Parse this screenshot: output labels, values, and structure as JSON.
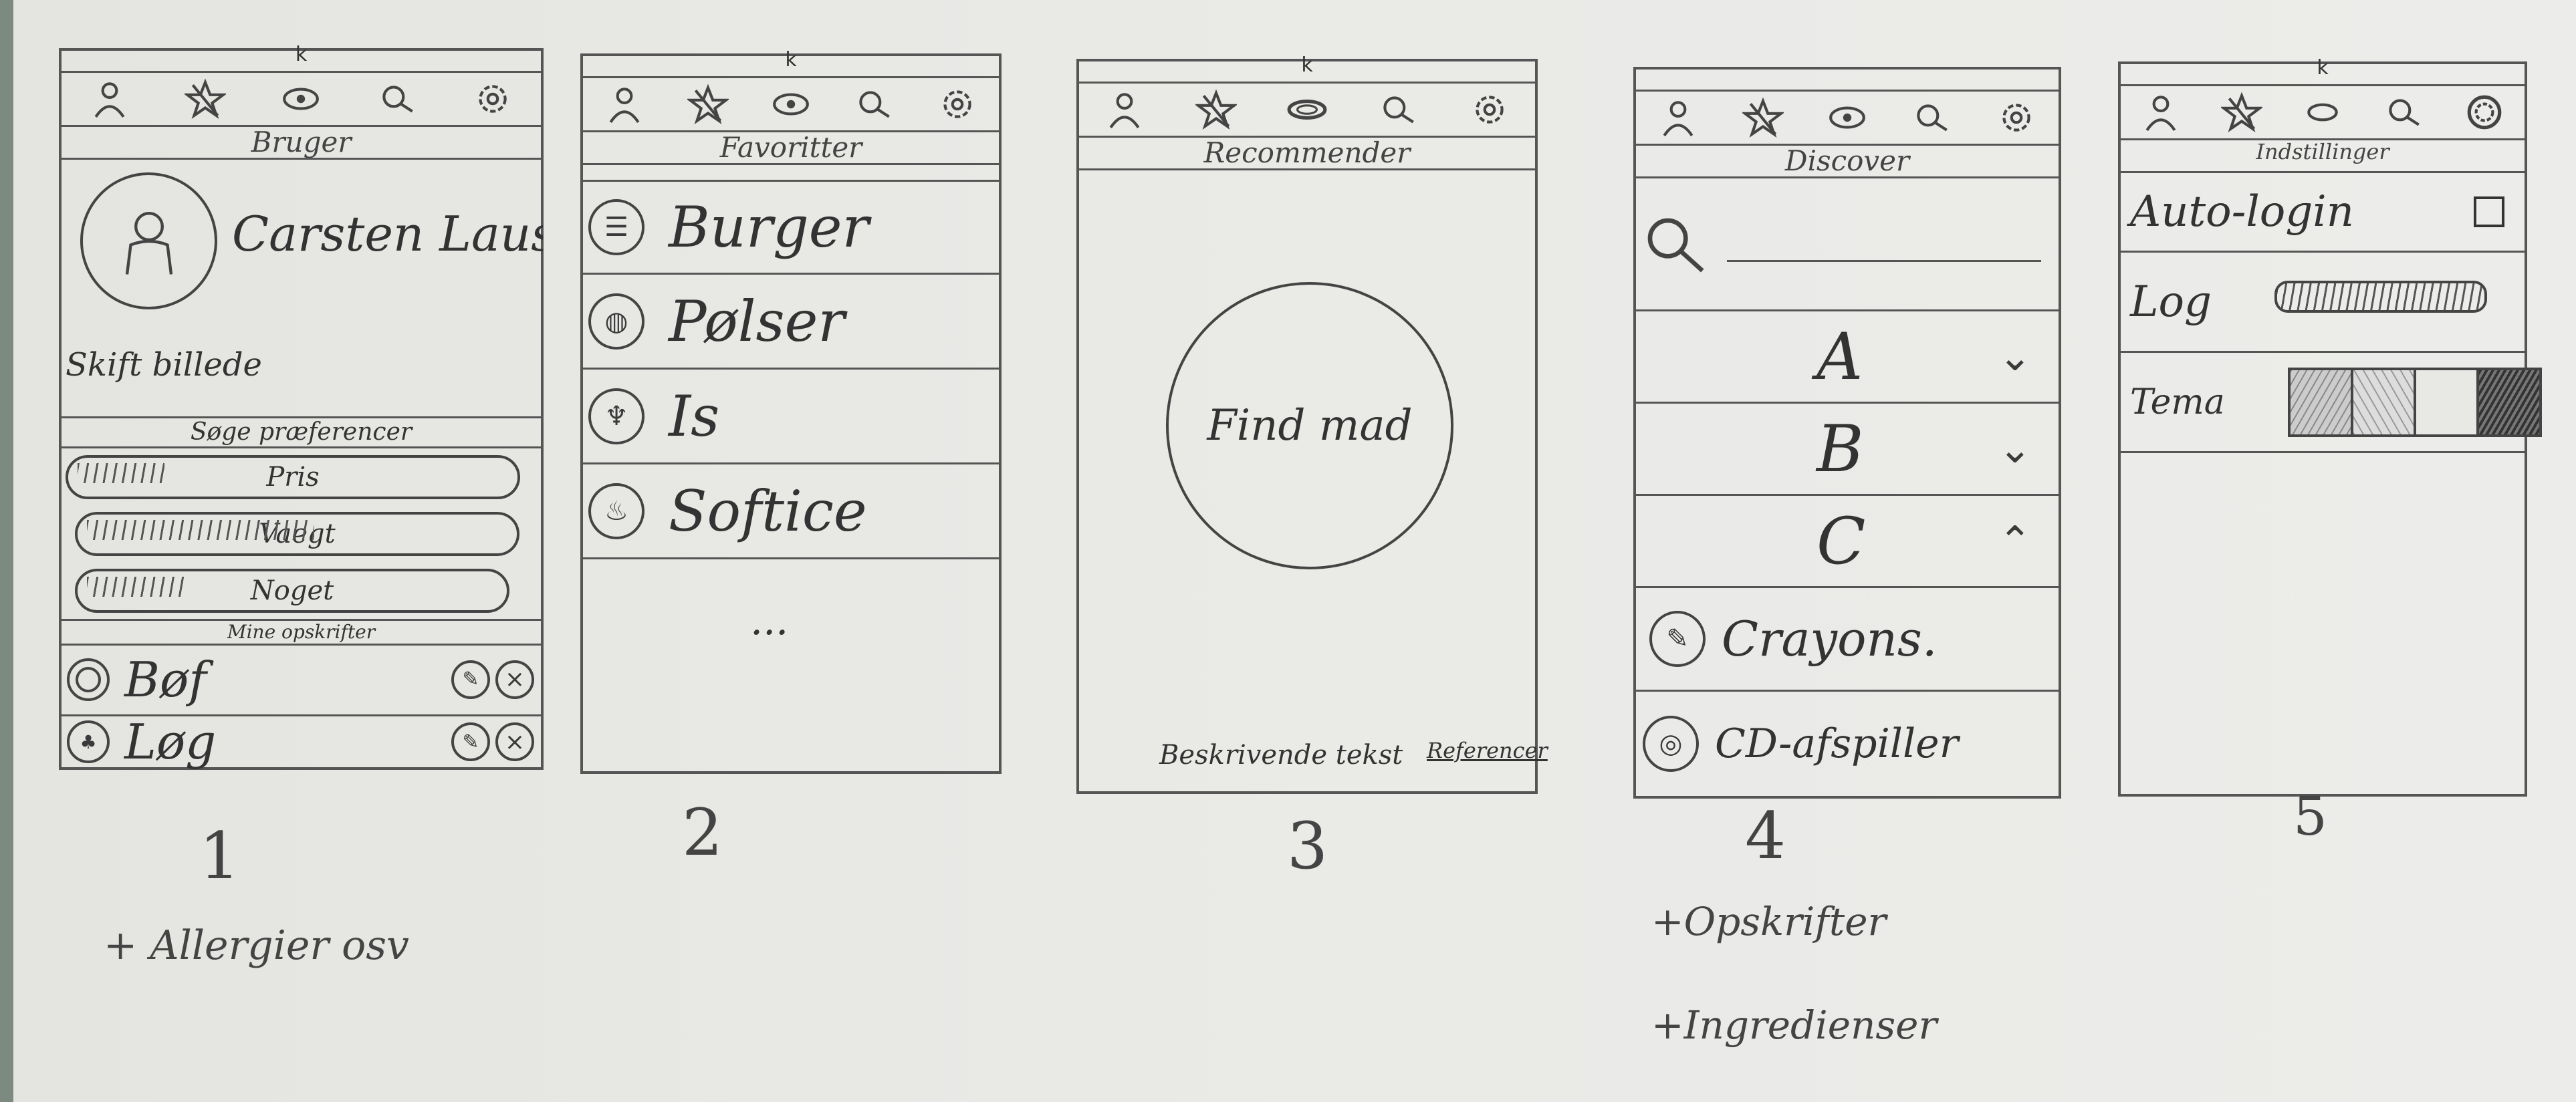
{
  "common": {
    "top_mark": "k"
  },
  "screen1": {
    "title": "Bruger",
    "user_name": "Carsten Laustsen",
    "change_picture": "Skift billede",
    "search_section": "Søge præferencer",
    "pills": [
      "Pris",
      "Vaegt",
      "Noget"
    ],
    "recipes_section": "Mine opskrifter",
    "recipes": [
      "Bøf",
      "Løg"
    ],
    "number": "1",
    "note": "+ Allergier osv"
  },
  "screen2": {
    "title": "Favoritter",
    "items": [
      "Burger",
      "Pølser",
      "Is",
      "Softice"
    ],
    "more": "...",
    "number": "2"
  },
  "screen3": {
    "title": "Recommender",
    "find_button": "Find mad",
    "description": "Beskrivende tekst",
    "referencer": "Referencer",
    "number": "3"
  },
  "screen4": {
    "title": "Discover",
    "search_value": "",
    "letters": [
      "A",
      "B",
      "C"
    ],
    "results": [
      "Crayons.",
      "CD-afspiller"
    ],
    "number": "4",
    "notes": [
      "+Opskrifter",
      "+Ingredienser"
    ]
  },
  "screen5": {
    "title": "Indstillinger",
    "autologin_label": "Auto-login",
    "log_label": "Log",
    "tema_label": "Tema",
    "number": "5"
  }
}
